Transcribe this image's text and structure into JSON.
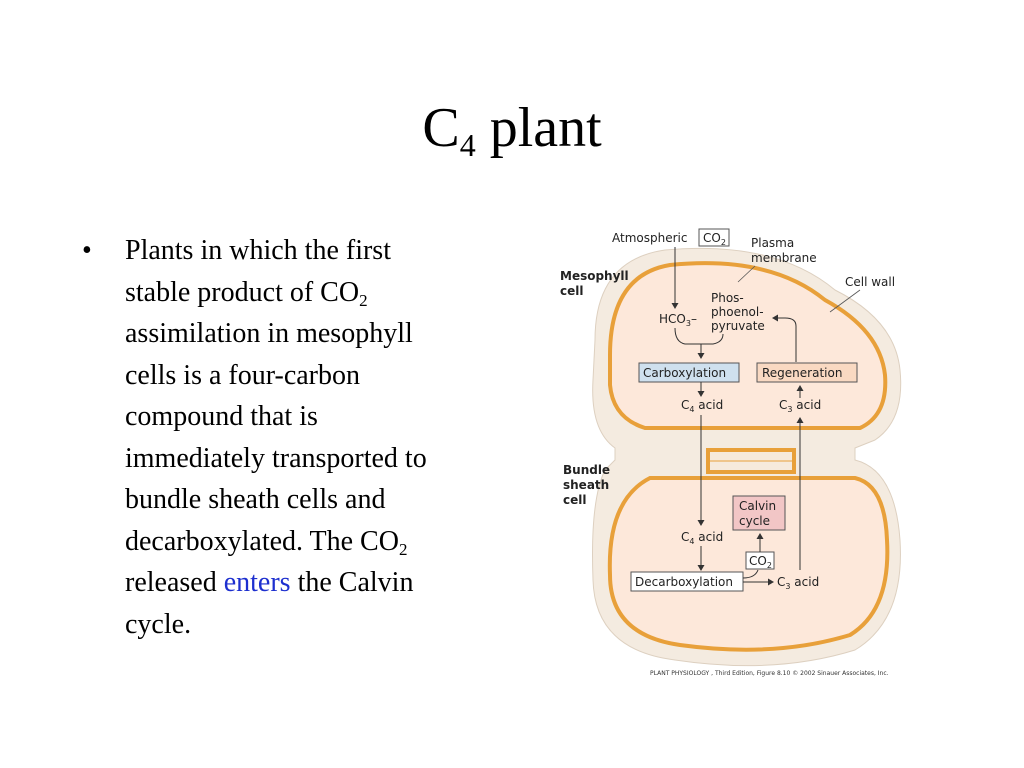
{
  "title": {
    "main": "C",
    "sub": "4",
    "rest": " plant"
  },
  "bullet": {
    "marker": "•",
    "line1": "Plants in which the first",
    "line2_pre": "stable product of CO",
    "line2_sub": "2",
    "line3": "assimilation in mesophyll",
    "line4": "cells is a four-carbon",
    "line5": "compound that is",
    "line6": "immediately transported to",
    "line7": "bundle sheath cells and",
    "line8_pre": "decarboxylated. The CO",
    "line8_sub": "2",
    "line9_pre": "released ",
    "line9_link": "enters",
    "line9_post": " the Calvin",
    "line10": "cycle."
  },
  "diagram": {
    "atmospheric": "Atmospheric",
    "co2_box_main": "CO",
    "co2_box_sub": "2",
    "plasma_1": "Plasma",
    "plasma_2": "membrane",
    "mesophyll_1": "Mesophyll",
    "mesophyll_2": "cell",
    "cell_wall": "Cell wall",
    "hco3_main": "HCO",
    "hco3_sub": "3",
    "hco3_charge": "–",
    "pep_1": "Phos-",
    "pep_2": "phoenol-",
    "pep_3": "pyruvate",
    "carboxylation": "Carboxylation",
    "regeneration": "Regeneration",
    "c4_main": "C",
    "c4_sub": "4",
    "c3_main": "C",
    "c3_sub": "3",
    "acid": " acid",
    "bundle_1": "Bundle",
    "bundle_2": "sheath",
    "bundle_3": "cell",
    "calvin_1": "Calvin",
    "calvin_2": "cycle",
    "decarboxylation": "Decarboxylation",
    "credit": "PLANT PHYSIOLOGY , Third Edition, Figure 8.10  © 2002 Sinauer Associates, Inc.",
    "colors": {
      "membrane": "#e8a03a",
      "cytoplasm": "#fbe4d4",
      "wall": "#f5ede4",
      "carbox_fill": "#cfe0ee",
      "regen_fill": "#f9d9c2",
      "calvin_fill": "#f2c6c6"
    }
  }
}
